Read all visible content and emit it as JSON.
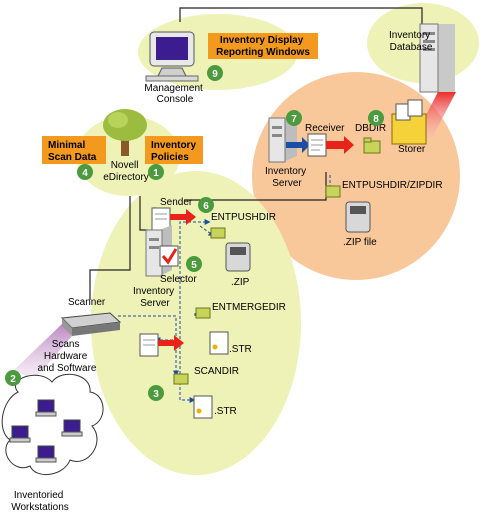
{
  "labels": {
    "inventory_display": [
      "Inventory Display",
      "Reporting Windows"
    ],
    "management_console": [
      "Management",
      "Console"
    ],
    "inventory_database": [
      "Inventory",
      "Database"
    ],
    "minimal_scan_data": [
      "Minimal",
      "Scan Data"
    ],
    "novell_edirectory": [
      "Novell",
      "eDirectory"
    ],
    "inventory_policies": [
      "Inventory",
      "Policies"
    ],
    "receiver": "Receiver",
    "dbdir": "DBDIR",
    "storer": "Storer",
    "inventory_server_top": [
      "Inventory",
      "Server"
    ],
    "entpushdir_zipdir": "ENTPUSHDIR/ZIPDIR",
    "zip_file": ".ZIP file",
    "sender": "Sender",
    "entpushdir": "ENTPUSHDIR",
    "zip": ".ZIP",
    "selector": "Selector",
    "inventory_server_left": [
      "Inventory",
      "Server"
    ],
    "scanner": "Scanner",
    "entmergedir": "ENTMERGEDIR",
    "str_merge": ".STR",
    "scans_hw_sw": [
      "Scans",
      "Hardware",
      "and Software"
    ],
    "scandir": "SCANDIR",
    "str_scan": ".STR",
    "inventoried_workstations": [
      "Inventoried",
      "Workstations"
    ]
  },
  "steps": [
    "1",
    "2",
    "3",
    "4",
    "5",
    "6",
    "7",
    "8",
    "9"
  ],
  "colors": {
    "callout_orange": "#f39a1e",
    "yellow_zone": "#eef2b6",
    "orange_zone": "#f9c89a",
    "step_badge": "#4c9a3e",
    "red_arrow": "#e8241a",
    "blue_arrow": "#1b4fa5"
  },
  "icons": [
    "server-icon",
    "monitor-icon",
    "tree-icon",
    "folder-icon",
    "document-icon",
    "scanner-icon",
    "workstation-icon",
    "database-icon",
    "check-icon"
  ]
}
